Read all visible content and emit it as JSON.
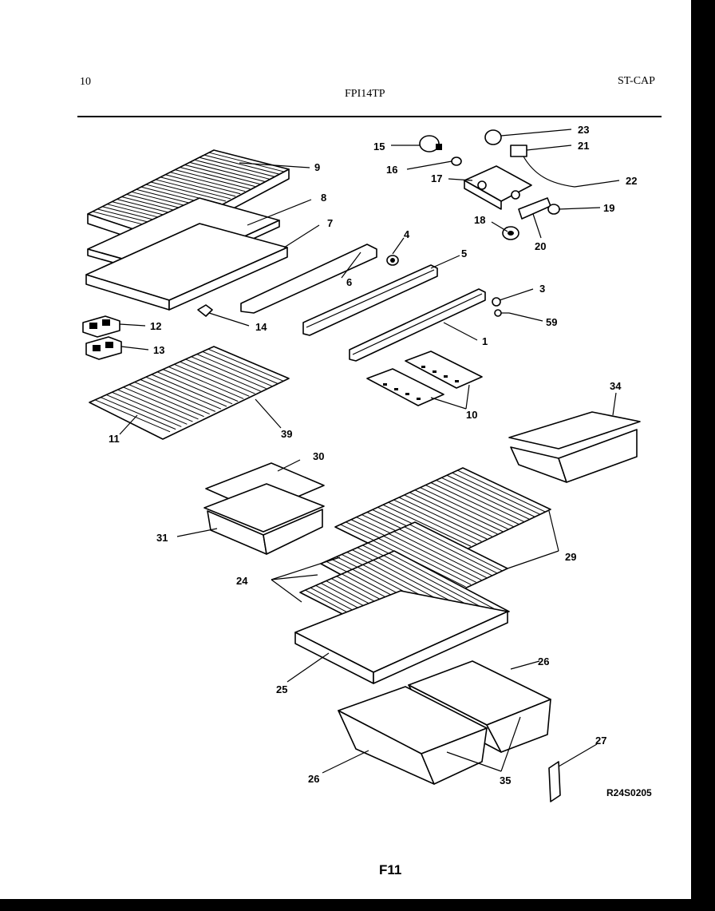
{
  "header": {
    "page_number": "10",
    "model": "FPI14TP",
    "section_code": "ST-CAP"
  },
  "footer": {
    "reference_code": "R24S0205",
    "figure_label": "F11"
  },
  "callouts": [
    "9",
    "8",
    "7",
    "6",
    "4",
    "5",
    "3",
    "59",
    "1",
    "14",
    "12",
    "13",
    "11",
    "39",
    "10",
    "15",
    "16",
    "17",
    "23",
    "21",
    "22",
    "19",
    "18",
    "20",
    "34",
    "30",
    "31",
    "29",
    "24",
    "25",
    "26",
    "27",
    "35"
  ],
  "colors": {
    "ink": "#000000",
    "paper": "#ffffff",
    "border": "#000000"
  }
}
